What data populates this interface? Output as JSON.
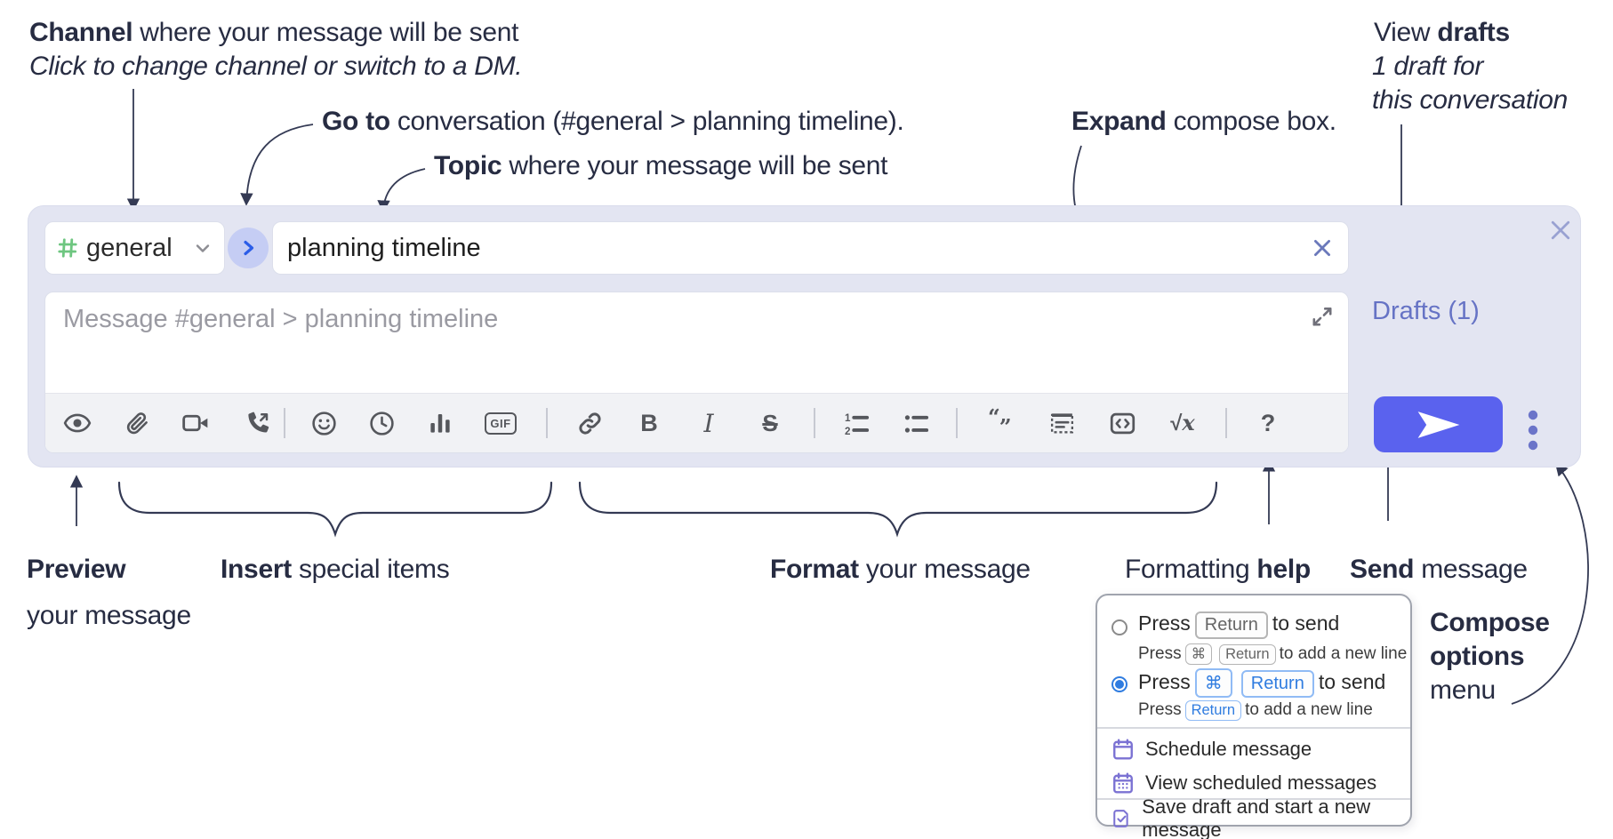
{
  "annotations": {
    "channel": {
      "bold": "Channel",
      "rest": " where your message will be sent",
      "sub": "Click to change channel or switch to a DM."
    },
    "goto": {
      "bold": "Go to",
      "rest": " conversation (#general > planning timeline)."
    },
    "topic": {
      "bold": "Topic",
      "rest": " where your message will be sent"
    },
    "expand": {
      "bold": "Expand",
      "rest": " compose box."
    },
    "drafts": {
      "pre": "View ",
      "bold": "drafts",
      "line2": "1 draft for",
      "line3": "this conversation"
    },
    "preview": {
      "bold": "Preview",
      "line2": "your message"
    },
    "insert": {
      "bold": "Insert",
      "rest": " special items"
    },
    "format": {
      "bold": "Format",
      "rest": " your message"
    },
    "help": {
      "pre": "Formatting ",
      "bold": "help"
    },
    "send": {
      "bold": "Send",
      "rest": " message"
    },
    "compose_options": {
      "line1": "Compose",
      "line2": "options",
      "line3": "menu"
    }
  },
  "compose": {
    "channel_hash": "#",
    "channel_name": "general",
    "topic_value": "planning timeline",
    "message_placeholder": "Message #general > planning timeline",
    "drafts_link": "Drafts (1)",
    "toolbar": {
      "bold_label": "B",
      "italic_label": "I",
      "strike_label": "S",
      "gif_label": "GIF",
      "math_root": "√",
      "math_var": "x",
      "help_label": "?",
      "icons": [
        "preview-eye",
        "attach-paperclip",
        "video-call",
        "audio-call",
        "emoji",
        "time",
        "poll",
        "gif",
        "link",
        "bold",
        "italic",
        "strikethrough",
        "numbered-list",
        "bulleted-list",
        "quote",
        "spoiler",
        "code",
        "math",
        "help"
      ]
    }
  },
  "popup": {
    "options": [
      {
        "selected": false,
        "main_pre": "Press",
        "main_key1": "Return",
        "main_post": "to send",
        "sub_pre": "Press",
        "sub_key1": "⌘",
        "sub_key2": "Return",
        "sub_post": "to add a new line"
      },
      {
        "selected": true,
        "main_pre": "Press",
        "main_key1": "⌘",
        "main_key2": "Return",
        "main_post": "to send",
        "sub_pre": "Press",
        "sub_key1": "Return",
        "sub_post": "to add a new line"
      }
    ],
    "menu": [
      {
        "icon": "schedule-calendar-icon",
        "label": "Schedule message"
      },
      {
        "icon": "view-scheduled-calendar-icon",
        "label": "View scheduled messages"
      },
      {
        "icon": "save-draft-icon",
        "label": "Save draft and start a new message"
      }
    ]
  },
  "colors": {
    "compose_bg": "#e3e5f2",
    "send_button": "#5a62ee",
    "drafts_link": "#6673c5",
    "channel_hash_green": "#6ec680",
    "go_chevron_blue": "#2b5de8",
    "toolbar_icon": "#55575c",
    "annotation_text": "#272c42",
    "radio_selected_blue": "#2f7ce0",
    "menu_icon_purple": "#7b72d3"
  }
}
